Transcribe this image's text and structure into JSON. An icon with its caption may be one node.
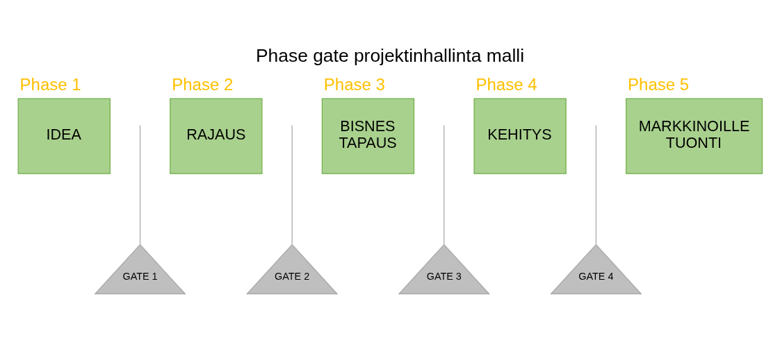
{
  "diagram": {
    "title": "Phase gate projektinhallinta malli",
    "nodes": [
      {
        "text": [
          "Phase 1",
          "IDEA"
        ]
      },
      {
        "text": [
          "Phase 2",
          "RAJAUS"
        ]
      },
      {
        "text": [
          "Phase 3",
          "BISNES TAPAUS"
        ]
      },
      {
        "text": [
          "Phase 4",
          "KEHITYS"
        ]
      },
      {
        "text": [
          "Phase 5",
          "MARKKINOILLE TUONTI"
        ]
      },
      {
        "text": [
          "GATE 1"
        ]
      },
      {
        "text": [
          "GATE 2"
        ]
      },
      {
        "text": [
          "GATE 3"
        ]
      },
      {
        "text": [
          "GATE 4"
        ]
      }
    ],
    "edges": [
      {
        "from": null,
        "to": 5,
        "arrow": "none"
      },
      {
        "from": null,
        "to": 6,
        "arrow": "none"
      },
      {
        "from": null,
        "to": 7,
        "arrow": "none"
      },
      {
        "from": null,
        "to": 8,
        "arrow": "none"
      }
    ]
  }
}
